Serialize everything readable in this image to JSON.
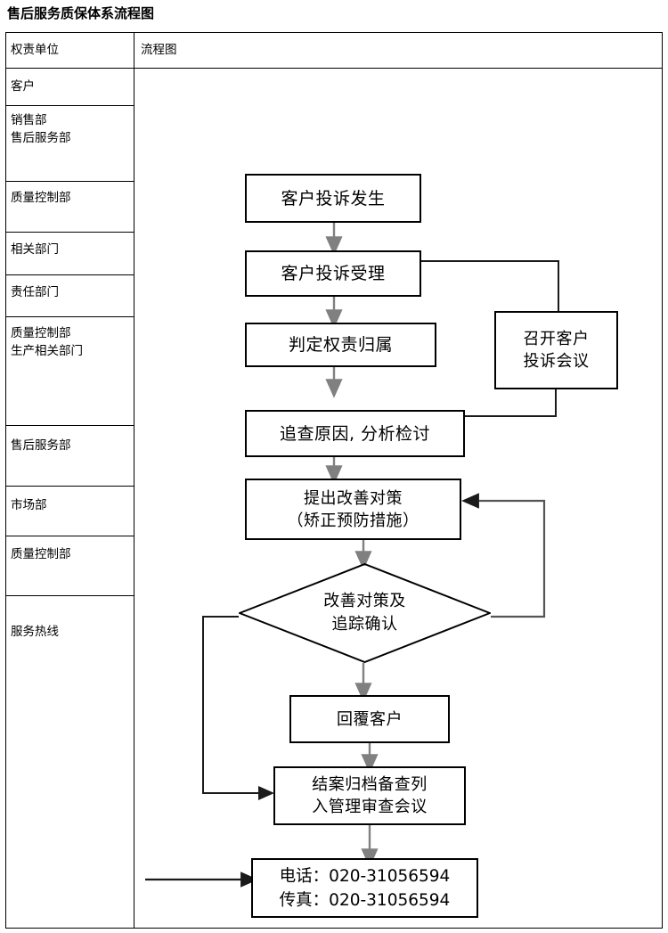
{
  "document": {
    "title": "售后服务质保体系流程图"
  },
  "table": {
    "headers": {
      "responsibility": "权责单位",
      "flowchart": "流程图"
    },
    "rows": [
      {
        "label": "客户"
      },
      {
        "label": "销售部\n售后服务部"
      },
      {
        "label": "质量控制部"
      },
      {
        "label": "相关部门"
      },
      {
        "label": "责任部门"
      },
      {
        "label": "质量控制部\n生产相关部门"
      },
      {
        "label": "售后服务部"
      },
      {
        "label": "市场部"
      },
      {
        "label": "质量控制部"
      },
      {
        "label": "服务热线"
      }
    ]
  },
  "flowchart": {
    "type": "flowchart",
    "nodes": [
      {
        "id": "n1",
        "shape": "process",
        "label": "客户投诉发生"
      },
      {
        "id": "n2",
        "shape": "process",
        "label": "客户投诉受理"
      },
      {
        "id": "n3",
        "shape": "process",
        "label": "判定权责归属"
      },
      {
        "id": "n4",
        "shape": "process",
        "label": "追查原因, 分析检讨"
      },
      {
        "id": "n5",
        "shape": "process",
        "label": "提出改善对策\n（矫正预防措施）"
      },
      {
        "id": "n6",
        "shape": "decision",
        "label": "改善对策及\n追踪确认"
      },
      {
        "id": "n7",
        "shape": "process",
        "label": "回覆客户"
      },
      {
        "id": "n8",
        "shape": "process",
        "label": "结案归档备查列\n入管理审查会议"
      },
      {
        "id": "n9",
        "shape": "process",
        "label": "电话：020-31056594\n传真：020-31056594"
      },
      {
        "id": "n10",
        "shape": "process",
        "label": "召开客户\n投诉会议"
      }
    ],
    "edges": [
      {
        "from": "n1",
        "to": "n2"
      },
      {
        "from": "n2",
        "to": "n3"
      },
      {
        "from": "n2",
        "to": "n10"
      },
      {
        "from": "n3",
        "to": "n4"
      },
      {
        "from": "n10",
        "to": "n4"
      },
      {
        "from": "n4",
        "to": "n5"
      },
      {
        "from": "n5",
        "to": "n6"
      },
      {
        "from": "n6",
        "to": "n5"
      },
      {
        "from": "n6",
        "to": "n7"
      },
      {
        "from": "n6",
        "to": "n8"
      },
      {
        "from": "n7",
        "to": "n8"
      },
      {
        "from": "n8",
        "to": "n9"
      },
      {
        "from": "hotline",
        "to": "n9"
      }
    ]
  },
  "colors": {
    "border": "#000000",
    "connector": "#000000",
    "connector_gray": "#808080",
    "background": "#ffffff"
  }
}
